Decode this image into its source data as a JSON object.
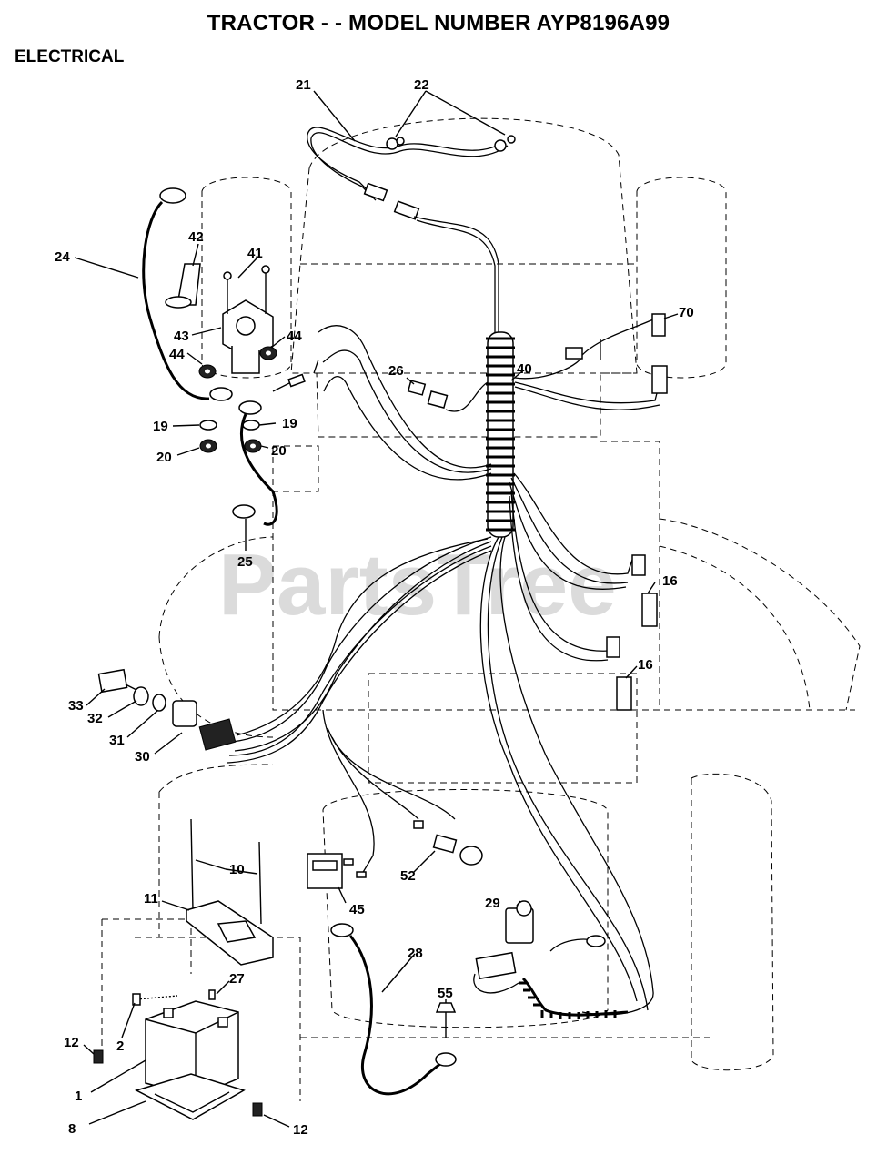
{
  "header": {
    "title": "TRACTOR - - MODEL NUMBER AYP8196A99",
    "section": "ELECTRICAL"
  },
  "watermark": "PartsTree",
  "callouts": {
    "c21": "21",
    "c22": "22",
    "c24": "24",
    "c42": "42",
    "c41": "41",
    "c43": "43",
    "c44a": "44",
    "c44b": "44",
    "c19a": "19",
    "c19b": "19",
    "c20a": "20",
    "c20b": "20",
    "c25": "25",
    "c26": "26",
    "c40": "40",
    "c70": "70",
    "c16a": "16",
    "c16b": "16",
    "c33": "33",
    "c32": "32",
    "c31": "31",
    "c30": "30",
    "c10": "10",
    "c11": "11",
    "c45": "45",
    "c52": "52",
    "c29": "29",
    "c28": "28",
    "c27": "27",
    "c55": "55",
    "c12a": "12",
    "c2": "2",
    "c1": "1",
    "c8": "8",
    "c12b": "12"
  }
}
